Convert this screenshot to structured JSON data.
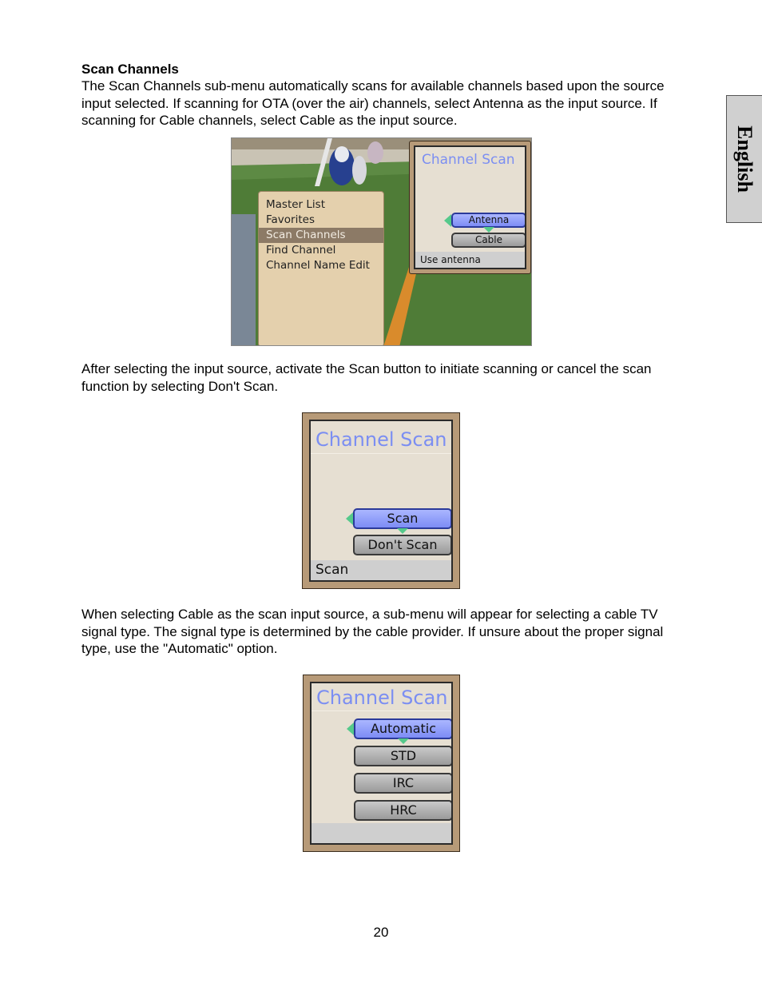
{
  "side_tab": {
    "label": "English"
  },
  "section": {
    "heading": "Scan Channels",
    "intro": "The Scan Channels sub-menu automatically scans for available channels based upon the source input selected. If scanning for OTA (over the air) channels, select Antenna as the input source. If scanning for Cable channels, select Cable as the input source.",
    "para2": "After selecting the input source, activate the Scan button to initiate scanning or cancel the scan function by selecting Don't Scan.",
    "para3": "When selecting Cable as the scan input source, a sub-menu will appear for selecting a cable TV signal type. The signal type is determined by the cable provider. If unsure about the proper signal type, use the \"Automatic\" option."
  },
  "figure1": {
    "menu_items": [
      "Master List",
      "Favorites",
      "Scan Channels",
      "Find Channel",
      "Channel Name Edit"
    ],
    "selected_menu_item": "Scan Channels",
    "panel": {
      "title": "Channel Scan",
      "options": [
        "Antenna",
        "Cable"
      ],
      "selected": "Antenna",
      "status": "Use antenna"
    }
  },
  "figure2": {
    "title": "Channel Scan",
    "options": [
      "Scan",
      "Don't Scan"
    ],
    "selected": "Scan",
    "status": "Scan"
  },
  "figure3": {
    "title": "Channel Scan",
    "options": [
      "Automatic",
      "STD",
      "IRC",
      "HRC"
    ],
    "selected": "Automatic",
    "status": ""
  },
  "page_number": "20"
}
